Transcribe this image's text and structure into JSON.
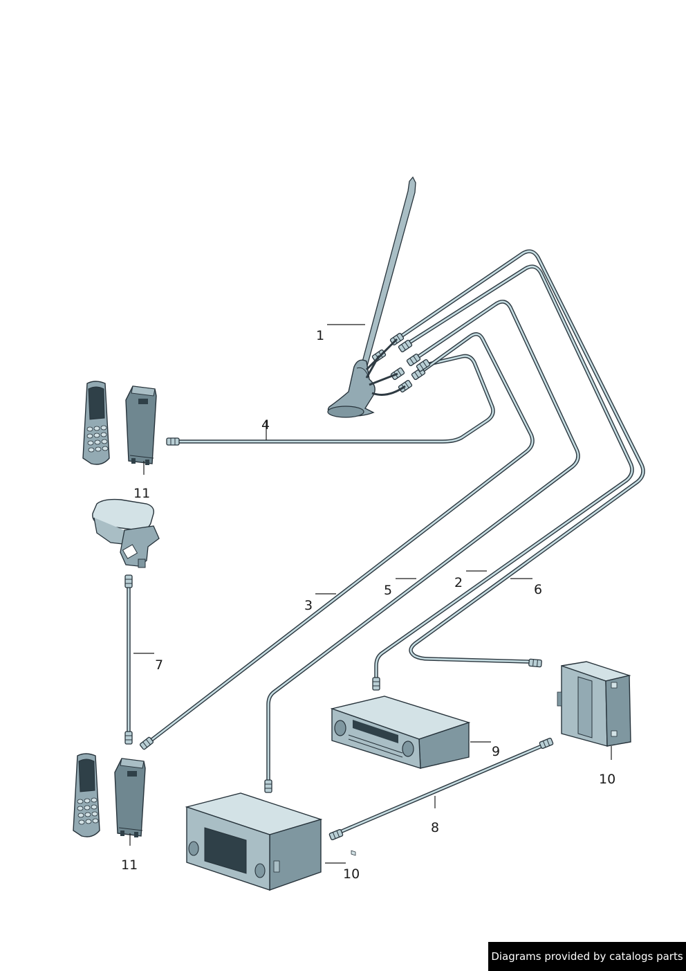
{
  "callouts": {
    "c1": "1",
    "c2": "2",
    "c3": "3",
    "c4": "4",
    "c5": "5",
    "c6": "6",
    "c7": "7",
    "c8": "8",
    "c9": "9",
    "c10a": "10",
    "c10b": "10",
    "c11a": "11",
    "c11b": "11"
  },
  "credit": "Diagrams provided by catalogs parts"
}
